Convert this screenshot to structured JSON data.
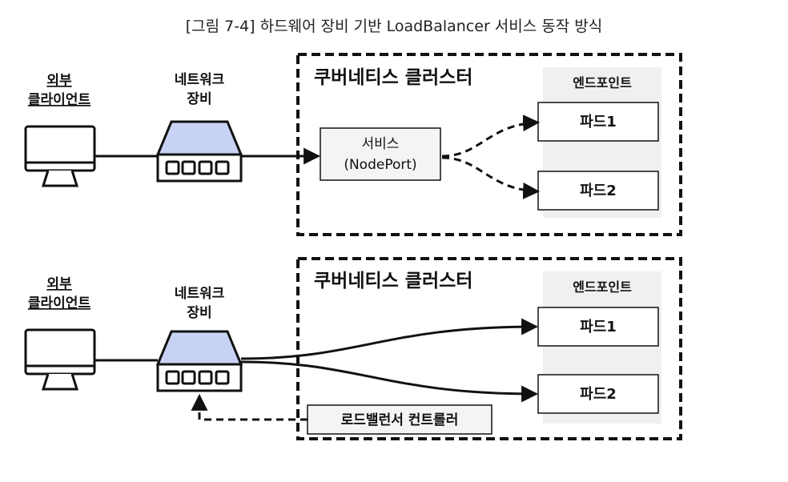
{
  "figure_title": "[그림 7-4] 하드웨어 장비 기반 LoadBalancer 서비스 동작 방식",
  "top": {
    "client_label": [
      "외부",
      "클라이언트"
    ],
    "network_label": [
      "네트워크",
      "장비"
    ],
    "cluster_label": "쿠버네티스 클러스터",
    "endpoint_label": "엔드포인트",
    "service_label": [
      "서비스",
      "(NodePort)"
    ],
    "pods": [
      "파드1",
      "파드2"
    ]
  },
  "bottom": {
    "client_label": [
      "외부",
      "클라이언트"
    ],
    "network_label": [
      "네트워크",
      "장비"
    ],
    "cluster_label": "쿠버네티스 클러스터",
    "endpoint_label": "엔드포인트",
    "pods": [
      "파드1",
      "파드2"
    ],
    "lb_controller_label": "로드밸런서 컨트롤러"
  },
  "colors": {
    "network_device_fill": "#c8d2f5",
    "endpoint_panel": "#f0f0f0",
    "service_box": "#f4f4f4",
    "line": "#111111"
  },
  "icons": [
    "monitor-icon",
    "network-switch-icon"
  ]
}
